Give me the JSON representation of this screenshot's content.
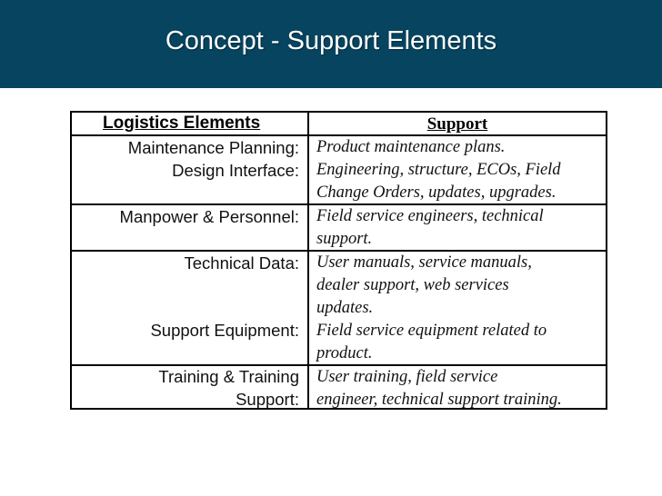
{
  "slide": {
    "title": "Concept - Support Elements"
  },
  "table": {
    "header": {
      "left": "Logistics Elements",
      "right": "Support"
    },
    "rows": [
      {
        "left": "Maintenance Planning:",
        "right": "Product maintenance plans."
      },
      {
        "left": "Design Interface:",
        "right": [
          "Engineering, structure, ECOs, Field",
          "Change Orders, updates, upgrades."
        ]
      },
      {
        "left": "Manpower & Personnel:",
        "right": [
          "Field service engineers, technical",
          "support."
        ]
      },
      {
        "left": "Technical Data:",
        "right": [
          "User manuals, service manuals,",
          "dealer support, web services",
          "updates."
        ]
      },
      {
        "left": "Support Equipment:",
        "right": [
          "Field service equipment related to",
          "product."
        ]
      },
      {
        "left": [
          "Training & Training",
          "Support:"
        ],
        "right": [
          "User training, field service",
          "engineer, technical support training."
        ]
      }
    ]
  },
  "colors": {
    "title_bar": "#06445f",
    "title_text": "#ffffff"
  }
}
